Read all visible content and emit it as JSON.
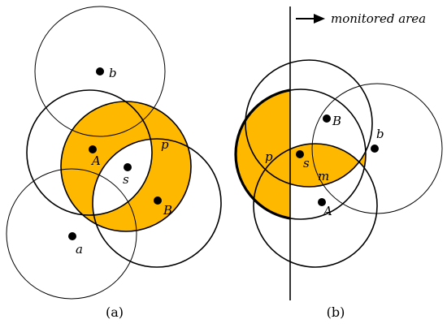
{
  "colors": {
    "fill": "#ffb800",
    "stroke": "#000000",
    "background": "#ffffff"
  },
  "panel_a": {
    "caption": "(a)",
    "points": {
      "b": "b",
      "A": "A",
      "s": "s",
      "p": "p",
      "B": "B",
      "a": "a"
    }
  },
  "panel_b": {
    "caption": "(b)",
    "arrow_label": "monitored area",
    "points": {
      "B": "B",
      "b": "b",
      "p": "p",
      "s": "s",
      "m": "m",
      "A": "A"
    }
  }
}
